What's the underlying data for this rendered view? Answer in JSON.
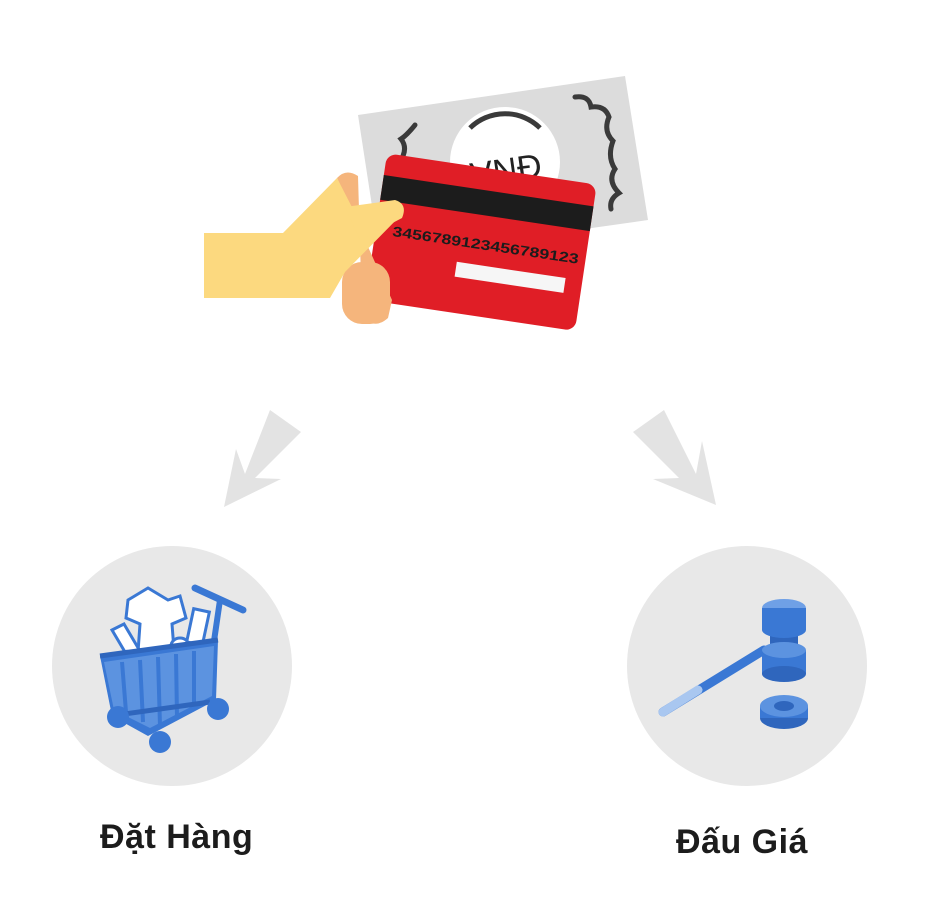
{
  "payment": {
    "currency_label": "VNĐ",
    "card_number": "3456789123456789123"
  },
  "options": {
    "order": {
      "label": "Đặt Hàng",
      "icon": "shopping-cart-icon"
    },
    "auction": {
      "label": "Đấu Giá",
      "icon": "gavel-icon"
    }
  },
  "colors": {
    "card_red": "#e01e26",
    "arrow_gray": "#e3e3e3",
    "circle_gray": "#e8e8e8",
    "icon_blue": "#3a78d4",
    "hand_yellow": "#fcd97f",
    "hand_skin": "#f5b57c",
    "banknote_gray": "#dcdcdc"
  }
}
